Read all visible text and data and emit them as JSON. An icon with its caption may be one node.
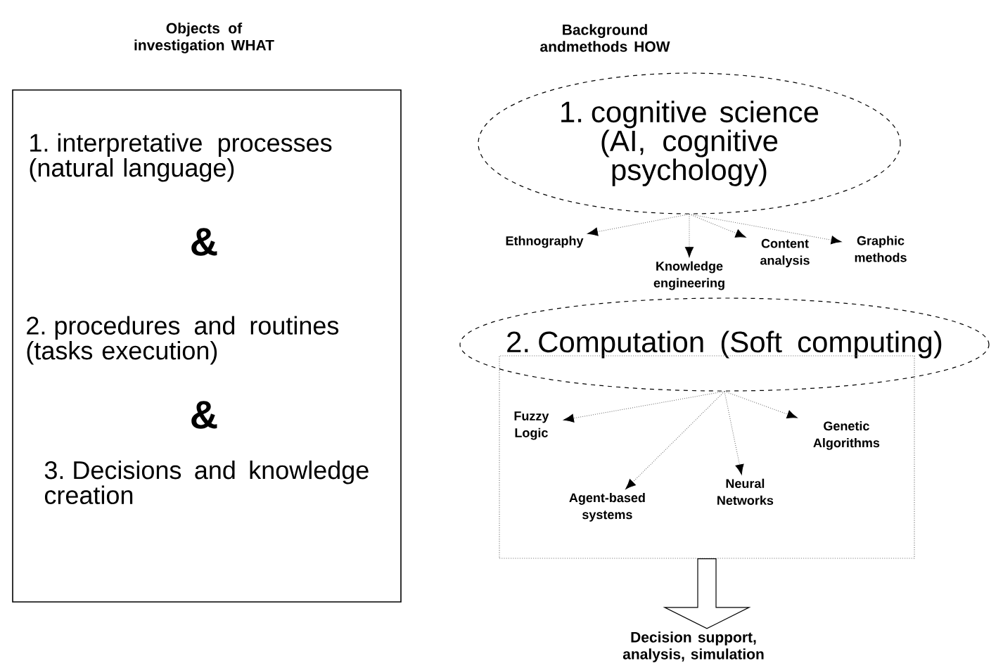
{
  "diagram": {
    "nodes": [
      {
        "text": [
          "1. interpretative processes (natural language)",
          "&",
          "2. procedures and routines (tasks execution)",
          "&",
          "3. Decisions and knowledge creation"
        ]
      },
      {
        "text": [
          "1. cognitive science (AI, cognitive psychology)"
        ]
      },
      {
        "text": [
          "Ethnography"
        ]
      },
      {
        "text": [
          "Knowledge engineering"
        ]
      },
      {
        "text": [
          "Content analysis"
        ]
      },
      {
        "text": [
          "Graphic methods"
        ]
      },
      {
        "text": [
          "2. Computation (Soft computing)"
        ]
      },
      {
        "text": [],
        "shape": "box"
      },
      {
        "text": [
          "Fuzzy Logic"
        ],
        "in": 7
      },
      {
        "text": [
          "Agent-based systems"
        ],
        "in": 7
      },
      {
        "text": [
          "Neural Networks"
        ],
        "in": 7
      },
      {
        "text": [
          "Genetic Algorithms"
        ],
        "in": 7
      },
      {
        "text": [
          "Decision support, analysis, simulation"
        ]
      }
    ],
    "edges": [
      {
        "from": 1,
        "to": 2,
        "arrow": "to"
      },
      {
        "from": 1,
        "to": 3,
        "arrow": "to"
      },
      {
        "from": 1,
        "to": 4,
        "arrow": "to"
      },
      {
        "from": 1,
        "to": 5,
        "arrow": "to"
      },
      {
        "from": 6,
        "to": 8,
        "arrow": "to"
      },
      {
        "from": 6,
        "to": 9,
        "arrow": "to"
      },
      {
        "from": 6,
        "to": 10,
        "arrow": "to"
      },
      {
        "from": 6,
        "to": 11,
        "arrow": "to"
      },
      {
        "from": 7,
        "to": 12,
        "arrow": "to",
        "style": "thick"
      }
    ],
    "labels": [
      "Objects of investigation WHAT",
      "Background andmethods HOW"
    ]
  }
}
